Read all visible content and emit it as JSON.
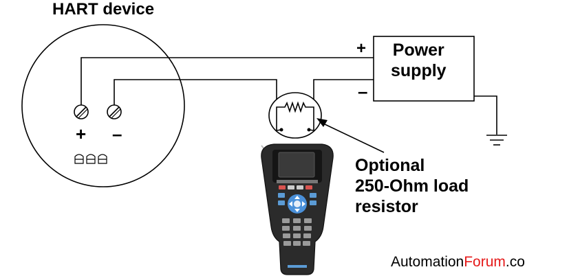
{
  "diagram": {
    "title": "HART device",
    "power_supply": [
      "Power",
      "supply"
    ],
    "power_plus": "+",
    "power_minus": "–",
    "device_plus": "+",
    "device_minus": "–",
    "resistor_note": [
      "Optional",
      "250-Ohm load",
      "resistor"
    ]
  },
  "brand": {
    "prefix": "Automation",
    "highlight": "Forum",
    "suffix": ".co",
    "accent_color": "#e51919"
  }
}
